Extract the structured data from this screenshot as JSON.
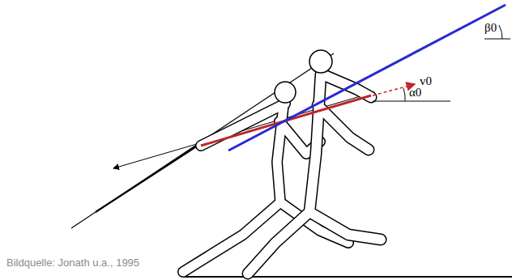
{
  "diagram": {
    "labels": [
      "β0",
      "α0",
      "v0",
      "Bildquelle: Jonath u.a., 1995"
    ]
  }
}
